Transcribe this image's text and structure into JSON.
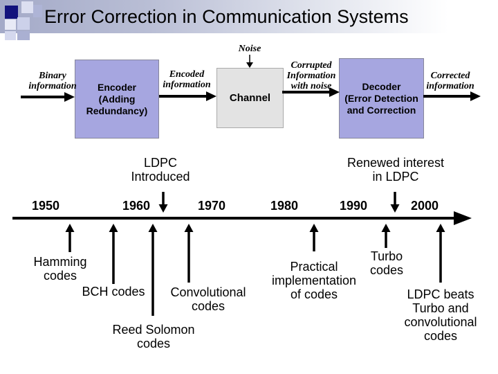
{
  "slide_title": "Error Correction in Communication Systems",
  "colors": {
    "header_gradient_start": "#a4aac8",
    "header_gradient_end": "#ffffff",
    "logo_navy": "#12127c",
    "block_purple": "#a6a6e0",
    "block_gray": "#e3e3e3",
    "arrow_color": "#000000"
  },
  "block_diagram": {
    "input_label": "Binary\ninformation",
    "encoder_label": "Encoder\n(Adding\nRedundancy)",
    "encoded_label": "Encoded\ninformation",
    "noise_label": "Noise",
    "channel_label": "Channel",
    "corrupted_label": "Corrupted\nInformation\nwith noise",
    "decoder_label": "Decoder\n(Error Detection\nand Correction",
    "output_label": "Corrected\ninformation"
  },
  "timeline": {
    "years": [
      "1950",
      "1960",
      "1970",
      "1980",
      "1990",
      "2000"
    ],
    "events_above": [
      {
        "label": "LDPC\nIntroduced"
      },
      {
        "label": "Renewed interest\nin LDPC"
      }
    ],
    "events_below": [
      {
        "label": "Hamming\ncodes"
      },
      {
        "label": "BCH codes"
      },
      {
        "label": "Reed Solomon\ncodes"
      },
      {
        "label": "Convolutional\ncodes"
      },
      {
        "label": "Practical\nimplementation\nof codes"
      },
      {
        "label": "Turbo\ncodes"
      },
      {
        "label": "LDPC beats\nTurbo and\nconvolutional\ncodes"
      }
    ]
  }
}
